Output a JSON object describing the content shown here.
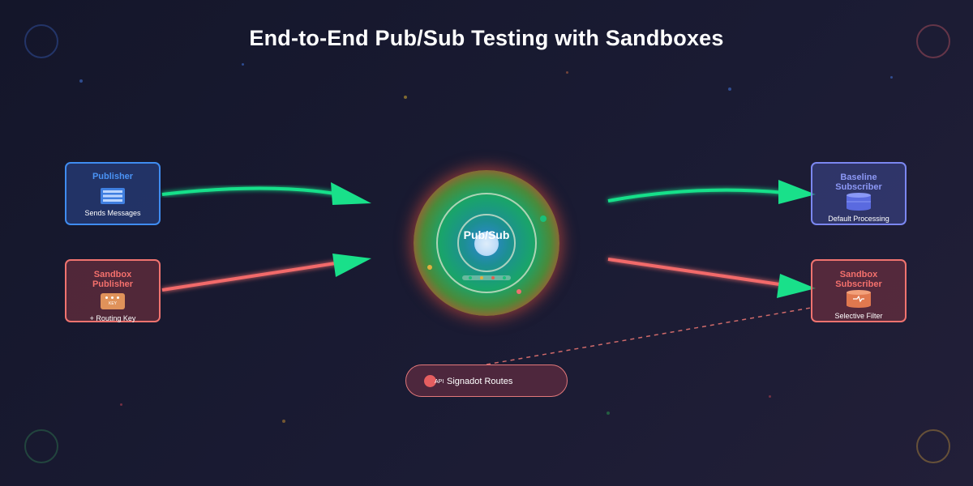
{
  "title": "End-to-End Pub/Sub Testing with Sandboxes",
  "colors": {
    "baseline_flow": "#19e08a",
    "sandbox_flow": "#f26a6a",
    "publisher_accent": "#3f8cf0",
    "baseline_accent": "#7b87f0",
    "sandbox_accent": "#f0736f"
  },
  "nodes": {
    "publisher": {
      "name": "Publisher",
      "subtitle": "Sends Messages",
      "icon": "message-stack-icon"
    },
    "sandbox_publisher": {
      "name_line1": "Sandbox",
      "name_line2": "Publisher",
      "icon_text": "KEY",
      "subtitle": "+ Routing Key",
      "icon": "key-icon"
    },
    "baseline_subscriber": {
      "name_line1": "Baseline",
      "name_line2": "Subscriber",
      "subtitle": "Default Processing",
      "icon": "database-icon"
    },
    "sandbox_subscriber": {
      "name_line1": "Sandbox",
      "name_line2": "Subscriber",
      "subtitle": "Selective Filter",
      "icon": "filter-database-icon"
    }
  },
  "hub": {
    "label": "Pub/Sub"
  },
  "api": {
    "tag": "API",
    "label": "Signadot Routes"
  }
}
